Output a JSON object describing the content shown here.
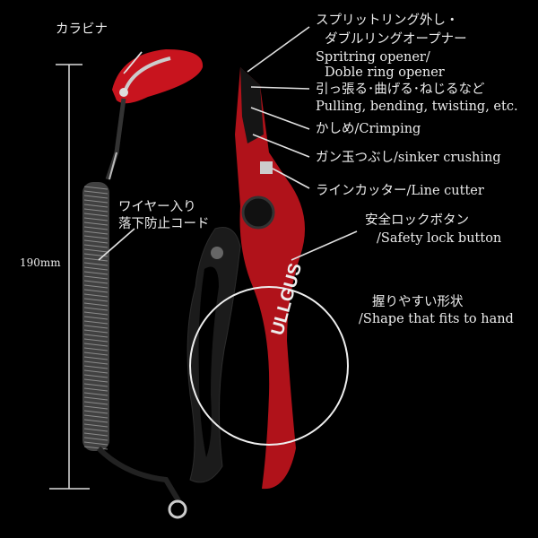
{
  "labels": {
    "carabiner": "カラビナ",
    "cord_line1": "ワイヤー入り",
    "cord_line2": "落下防止コード",
    "length": "190mm",
    "split_ring_jp1": "スプリットリング外し・",
    "split_ring_jp2": "ダブルリングオープナー",
    "split_ring_en1": "Spritring opener/",
    "split_ring_en2": "Doble ring opener",
    "pulling_jp": "引っ張る･曲げる･ねじるなど",
    "pulling_en": "Pulling, bending, twisting, etc.",
    "crimping": "かしめ/Crimping",
    "sinker": "ガン玉つぶし/sinker crushing",
    "cutter": "ラインカッター/Line cutter",
    "lock_jp": "安全ロックボタン",
    "lock_en": "/Safety lock button",
    "shape_jp": "握りやすい形状",
    "shape_en": "/Shape that fits to hand"
  },
  "brand": "ULLGUS",
  "colors": {
    "accent": "#c8141e",
    "background": "#000000",
    "text": "#ececec"
  }
}
